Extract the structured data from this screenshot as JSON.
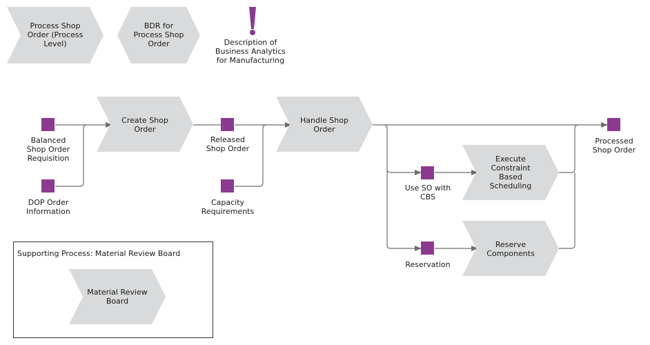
{
  "legend": {
    "process_level": "Process Shop\nOrder (Process\nLevel)",
    "bdr": "BDR for\nProcess Shop\nOrder",
    "description": "Description of\nBusiness Analytics\nfor Manufacturing"
  },
  "functions": {
    "create_shop_order": "Create Shop\nOrder",
    "handle_shop_order": "Handle Shop\nOrder",
    "execute_cbs": "Execute\nConstraint\nBased\nScheduling",
    "reserve_components": "Reserve\nComponents",
    "material_review_board": "Material Review\nBoard"
  },
  "info_objects": {
    "balanced_requisition": "Balanced\nShop Order\nRequisition",
    "dop_order_information": "DOP Order\nInformation",
    "released_shop_order": "Released\nShop Order",
    "capacity_requirements": "Capacity\nRequirements",
    "use_so_with_cbs": "Use SO with\nCBS",
    "reservation": "Reservation",
    "processed_shop_order": "Processed\nShop Order"
  },
  "supporting_process": {
    "title": "Supporting Process: Material Review Board"
  },
  "colors": {
    "shape_fill": "#d9dadb",
    "info_object": "#8b3a8f",
    "connector": "#6e6e6e",
    "exclamation": "#8b3a8f"
  }
}
